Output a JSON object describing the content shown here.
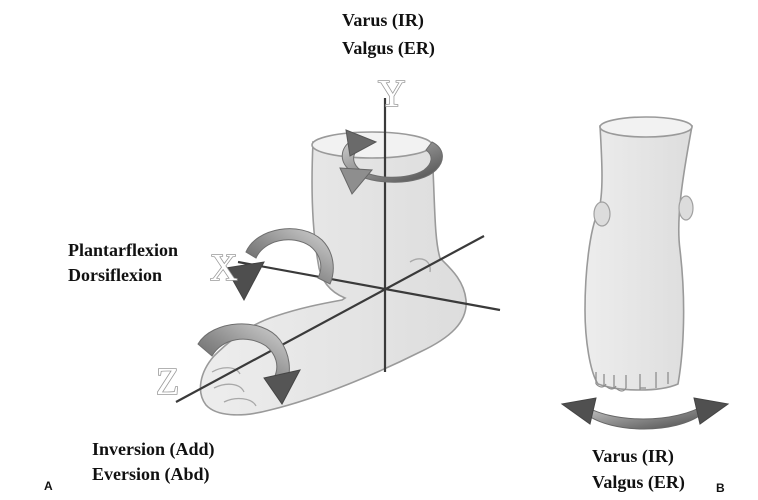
{
  "labels": {
    "top_line1": "Varus (IR)",
    "top_line2": "Valgus (ER)",
    "left_line1": "Plantarflexion",
    "left_line2": "Dorsiflexion",
    "bottom_line1": "Inversion (Add)",
    "bottom_line2": "Eversion (Abd)",
    "right_line1": "Varus (IR)",
    "right_line2": "Valgus (ER)"
  },
  "axes": {
    "y": "Y",
    "x": "X",
    "z": "Z"
  },
  "panels": {
    "a": "A",
    "b": "B"
  },
  "colors": {
    "foot_fill": "#e6e6e6",
    "foot_stroke": "#9a9a9a",
    "axis_line": "#3a3a3a",
    "arrow_dark": "#5a5a5a",
    "arrow_light": "#b5b5b5"
  }
}
